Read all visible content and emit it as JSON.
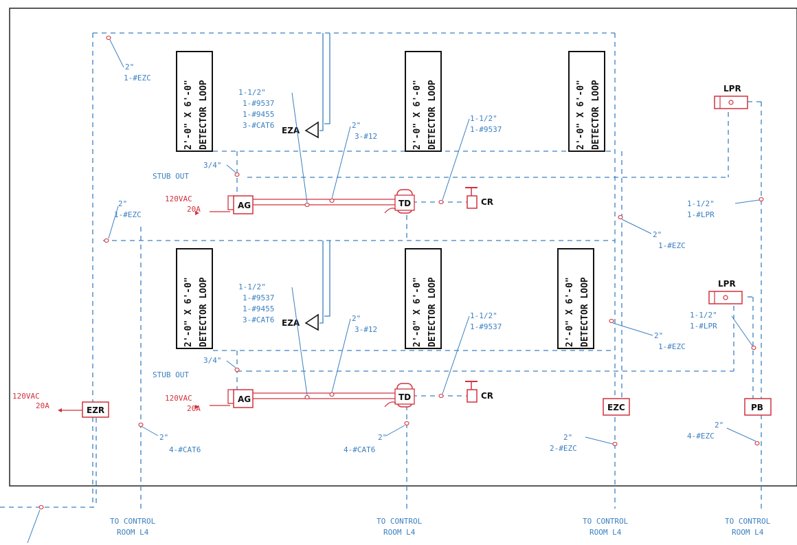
{
  "loops": {
    "size": "2'-0\" X 6'-0\"",
    "type": "DETECTOR LOOP"
  },
  "devices": {
    "ag": "AG",
    "td": "TD",
    "cr": "CR",
    "eza": "EZA",
    "lpr": "LPR",
    "ezr": "EZR",
    "ezc": "EZC",
    "pb": "PB"
  },
  "power": {
    "voltage": "120VAC",
    "amps": "20A"
  },
  "destinations": {
    "line1": "TO CONTROL",
    "line2": "ROOM L4"
  },
  "callouts": {
    "c_2_ezc": [
      "2\"",
      "1-#EZC"
    ],
    "c_ag_bundle_a": [
      "1-1/2\"",
      "1-#9537",
      "1-#9455",
      "3-#CAT6"
    ],
    "c_2_12": [
      "2\"",
      "3-#12"
    ],
    "c_9537": [
      "1-1/2\"",
      "1-#9537"
    ],
    "c_stub": [
      "3/4\"",
      "STUB OUT"
    ],
    "c_lpr": [
      "1-1/2\"",
      "1-#LPR"
    ],
    "c_4cat6": [
      "2\"",
      "4-#CAT6"
    ],
    "c_2ezc": [
      "2\"",
      "2-#EZC"
    ],
    "c_4ezc": [
      "2\"",
      "4-#EZC"
    ]
  }
}
